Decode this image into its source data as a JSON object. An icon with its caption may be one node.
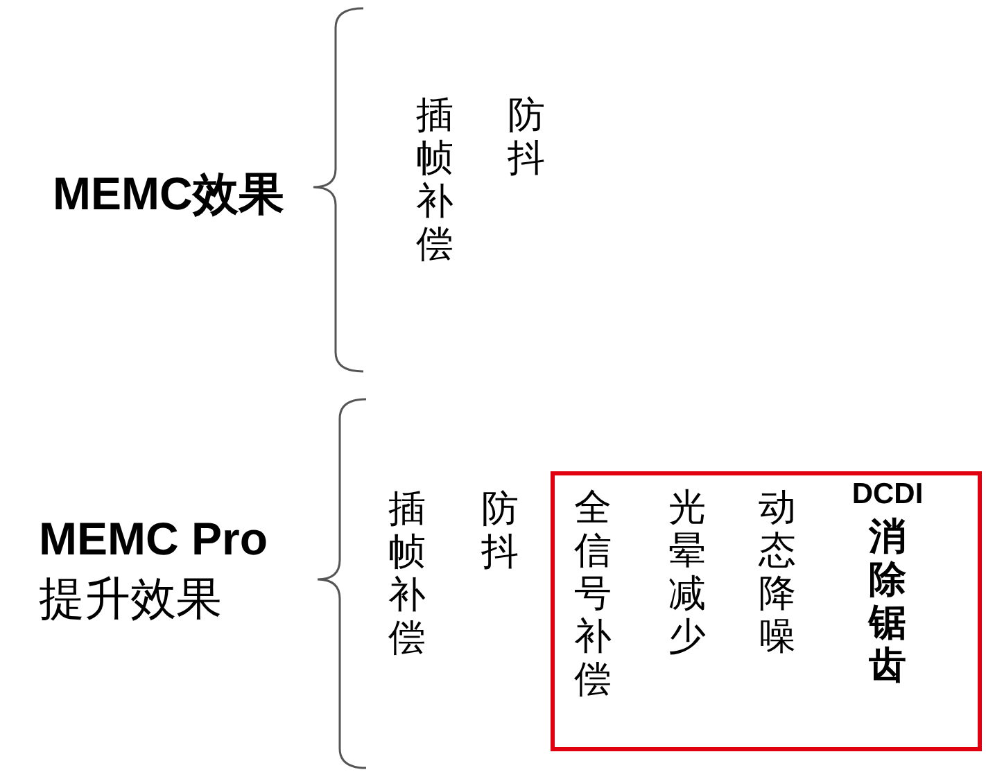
{
  "diagram": {
    "nodes": [
      {
        "text": [
          "全信号补偿",
          "光晕减少",
          "动态降噪",
          "DCDI 消除锯齿"
        ]
      }
    ],
    "labels": [
      "MEMC效果",
      "插帧补偿",
      "防抖",
      "**MEMC Pro** 提升效果",
      "插帧补偿",
      "防抖"
    ]
  }
}
